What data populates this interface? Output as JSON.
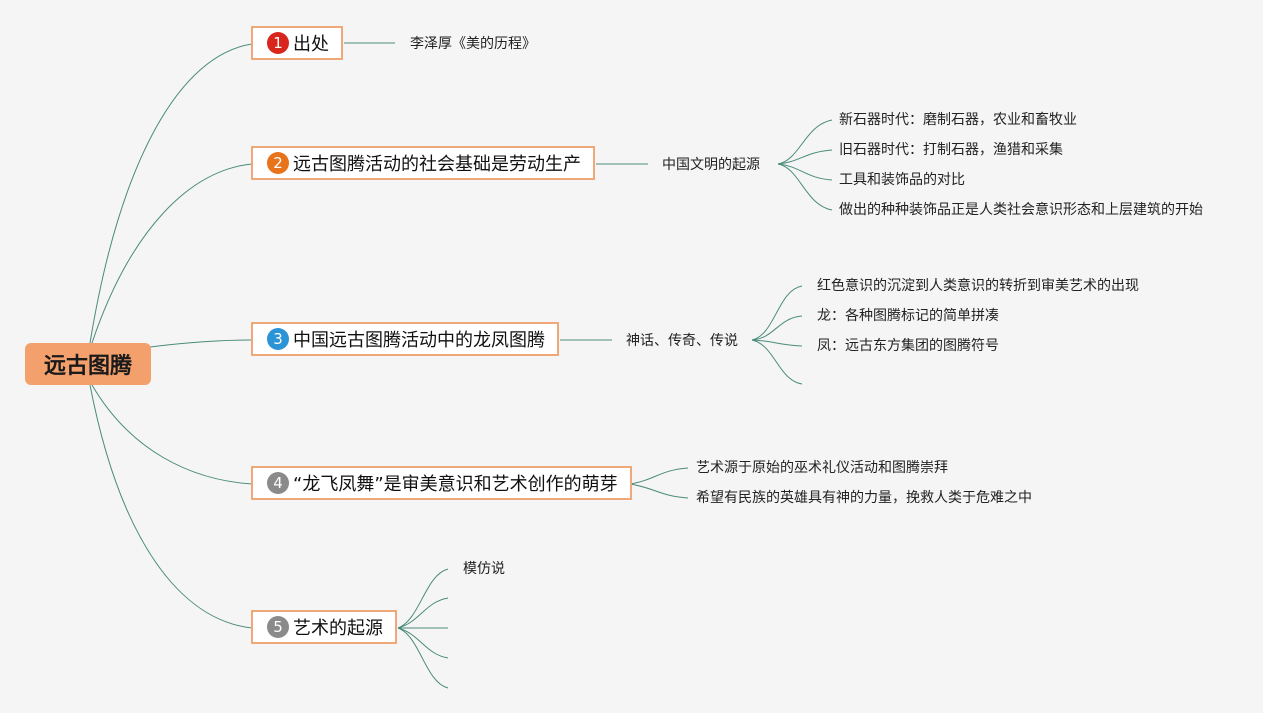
{
  "root": "远古图腾",
  "topics": [
    {
      "num": "1",
      "label": "出处",
      "badge_color": "#d9261c"
    },
    {
      "num": "2",
      "label": "远古图腾活动的社会基础是劳动生产",
      "badge_color": "#e8731a"
    },
    {
      "num": "3",
      "label": "中国远古图腾活动中的龙凤图腾",
      "badge_color": "#2b94d6"
    },
    {
      "num": "4",
      "label": "“龙飞凤舞”是审美意识和艺术创作的萌芽",
      "badge_color": "#8a8a8a"
    },
    {
      "num": "5",
      "label": "艺术的起源",
      "badge_color": "#8a8a8a"
    }
  ],
  "t1": {
    "source": "李泽厚《美的历程》"
  },
  "t2": {
    "mid": "中国文明的起源",
    "items": [
      "新石器时代：磨制石器，农业和畜牧业",
      "旧石器时代：打制石器，渔猎和采集",
      "工具和装饰品的对比",
      "做出的种种装饰品正是人类社会意识形态和上层建筑的开始"
    ]
  },
  "t3": {
    "mid": "神话、传奇、传说",
    "items": [
      "红色意识的沉淀到人类意识的转折到审美艺术的出现",
      "龙：各种图腾标记的简单拼凑",
      "凤：远古东方集团的图腾符号"
    ]
  },
  "t4": {
    "items": [
      "艺术源于原始的巫术礼仪活动和图腾崇拜",
      "希望有民族的英雄具有神的力量，挽救人类于危难之中"
    ]
  },
  "t5": {
    "items": [
      "模仿说"
    ]
  }
}
